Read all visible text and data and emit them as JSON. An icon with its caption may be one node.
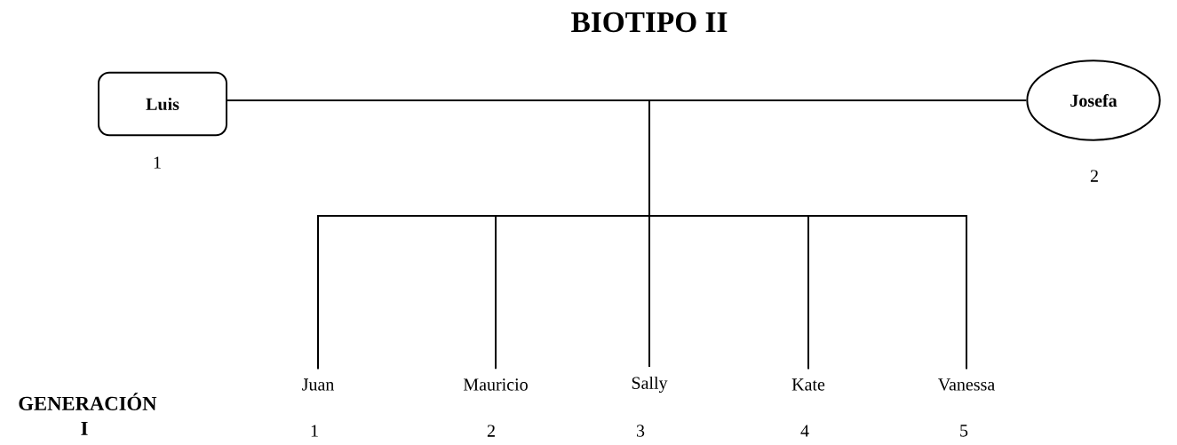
{
  "diagram": {
    "title": "BIOTIPO II",
    "nodes": [
      {
        "text": [
          "Luis"
        ],
        "beside": [
          "1"
        ]
      },
      {
        "text": [
          "Josefa"
        ],
        "beside": [
          "2"
        ]
      },
      {
        "text": [
          "Juan"
        ],
        "beside": [
          "1"
        ]
      },
      {
        "text": [
          "Mauricio"
        ],
        "beside": [
          "2"
        ]
      },
      {
        "text": [
          "Sally"
        ],
        "beside": [
          "3"
        ]
      },
      {
        "text": [
          "Kate"
        ],
        "beside": [
          "4"
        ]
      },
      {
        "text": [
          "Vanessa"
        ],
        "beside": [
          "5"
        ]
      }
    ],
    "edges": [
      {
        "from": 0,
        "to": 1,
        "arrow": "none"
      },
      {
        "from": null,
        "to": 2,
        "arrow": "none"
      },
      {
        "from": null,
        "to": 3,
        "arrow": "none"
      },
      {
        "from": null,
        "to": 4,
        "arrow": "none"
      },
      {
        "from": null,
        "to": 5,
        "arrow": "none"
      },
      {
        "from": null,
        "to": 6,
        "arrow": "none"
      }
    ],
    "labels": [
      "GENERACIÓN I"
    ]
  }
}
